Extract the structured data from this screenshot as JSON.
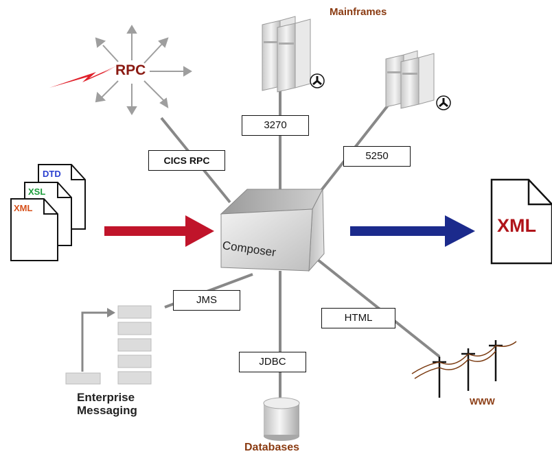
{
  "hub": {
    "label": "Composer"
  },
  "connectors": {
    "rpc": "CICS RPC",
    "tn3270": "3270",
    "tn5250": "5250",
    "jms": "JMS",
    "jdbc": "JDBC",
    "html": "HTML"
  },
  "endpoints": {
    "rpc": "RPC",
    "mainframes": "Mainframes",
    "databases": "Databases",
    "www": "WWW",
    "messaging_line1": "Enterprise",
    "messaging_line2": "Messaging"
  },
  "input_docs": [
    "DTD",
    "XSL",
    "XML"
  ],
  "output_doc": "XML",
  "colors": {
    "input_arrow": "#c0142a",
    "output_arrow": "#1b2a8c",
    "connector_line": "#888888",
    "title_text": "#8a3b12",
    "rpc_bolt": "#e0202a",
    "xml_text": "#b0141a",
    "doc_dtd": "#2a3fcf",
    "doc_xsl": "#1b9b3a",
    "doc_xml": "#d6501a"
  }
}
